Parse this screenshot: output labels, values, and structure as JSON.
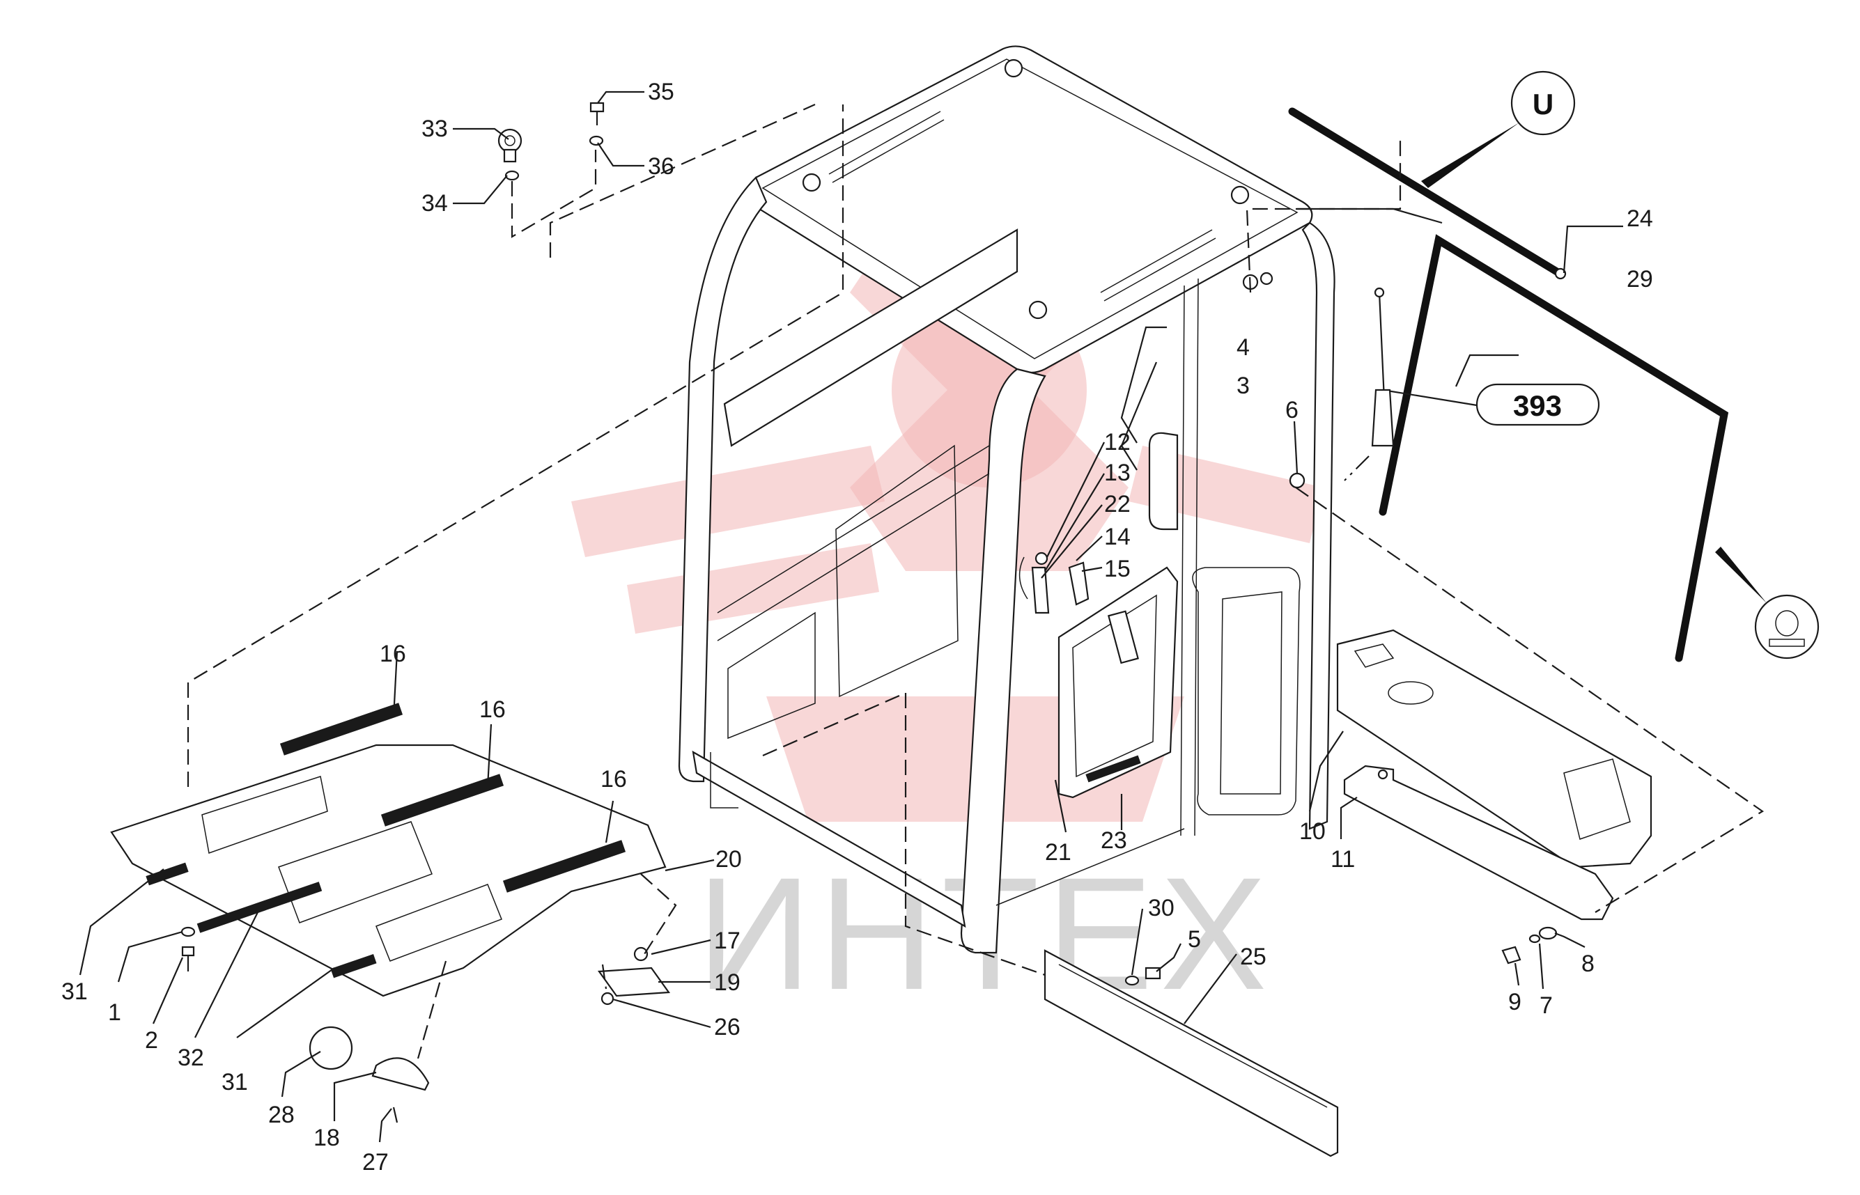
{
  "watermark": {
    "text": "ИНТЕХ",
    "color": "#f3b6b6"
  },
  "reference_badge": "393",
  "symbols": {
    "top": "U",
    "bottom": "seal-profile-symbol"
  },
  "callouts": [
    {
      "id": "c1",
      "label": "1"
    },
    {
      "id": "c2",
      "label": "2"
    },
    {
      "id": "c3",
      "label": "3"
    },
    {
      "id": "c4",
      "label": "4"
    },
    {
      "id": "c5",
      "label": "5"
    },
    {
      "id": "c6",
      "label": "6"
    },
    {
      "id": "c7",
      "label": "7"
    },
    {
      "id": "c8",
      "label": "8"
    },
    {
      "id": "c9",
      "label": "9"
    },
    {
      "id": "c10",
      "label": "10"
    },
    {
      "id": "c11",
      "label": "11"
    },
    {
      "id": "c12",
      "label": "12"
    },
    {
      "id": "c13",
      "label": "13"
    },
    {
      "id": "c14",
      "label": "14"
    },
    {
      "id": "c15",
      "label": "15"
    },
    {
      "id": "c16a",
      "label": "16"
    },
    {
      "id": "c16b",
      "label": "16"
    },
    {
      "id": "c16c",
      "label": "16"
    },
    {
      "id": "c17",
      "label": "17"
    },
    {
      "id": "c18",
      "label": "18"
    },
    {
      "id": "c19",
      "label": "19"
    },
    {
      "id": "c20",
      "label": "20"
    },
    {
      "id": "c21",
      "label": "21"
    },
    {
      "id": "c22",
      "label": "22"
    },
    {
      "id": "c23",
      "label": "23"
    },
    {
      "id": "c24",
      "label": "24"
    },
    {
      "id": "c25",
      "label": "25"
    },
    {
      "id": "c26",
      "label": "26"
    },
    {
      "id": "c27",
      "label": "27"
    },
    {
      "id": "c28",
      "label": "28"
    },
    {
      "id": "c29",
      "label": "29"
    },
    {
      "id": "c30",
      "label": "30"
    },
    {
      "id": "c31a",
      "label": "31"
    },
    {
      "id": "c31b",
      "label": "31"
    },
    {
      "id": "c32",
      "label": "32"
    },
    {
      "id": "c33",
      "label": "33"
    },
    {
      "id": "c34",
      "label": "34"
    },
    {
      "id": "c35",
      "label": "35"
    },
    {
      "id": "c36",
      "label": "36"
    }
  ]
}
